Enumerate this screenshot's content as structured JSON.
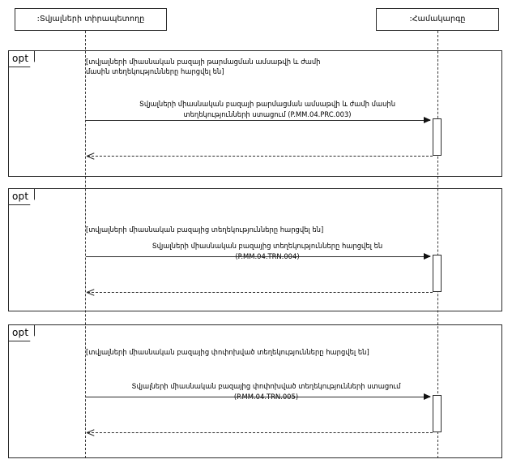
{
  "diagram": {
    "type": "uml-sequence-diagram",
    "title": "",
    "language": "hy"
  },
  "lifelines": [
    {
      "id": "data-owner",
      "label": ":Տվյալների տիրապետողը"
    },
    {
      "id": "system",
      "label": ":Համակարգը"
    }
  ],
  "fragments": [
    {
      "operator": "opt",
      "guard": "[տվյալների միասնական բազայի թարմացման ամսաթվի և ժամի մասին տեղեկությունները հարցվել են]",
      "call": {
        "label": "Տվյալների միասնական բազայի թարմացման ամսաթվի և ժամի մասին",
        "label2": "տեղեկությունների ստացում (P.MM.04.PRC.003)",
        "id": "P.MM.04.PRC.003",
        "kind": "synchronous"
      },
      "reply": {
        "label": "",
        "kind": "return"
      }
    },
    {
      "operator": "opt",
      "guard": "[տվյալների միասնական բազայից տեղեկությունները հարցվել են]",
      "call": {
        "label": "Տվյալների միասնական բազայից տեղեկությունները հարցվել են",
        "label2": "(P.MM.04.TRN.004)",
        "id": "P.MM.04.TRN.004",
        "kind": "synchronous"
      },
      "reply": {
        "label": "",
        "kind": "return"
      }
    },
    {
      "operator": "opt",
      "guard": "[տվյալների միասնական բազայից փոփոխված տեղեկությունները հարցվել են]",
      "call": {
        "label": "Տվյալների միասնական բազայից փոփոխված տեղեկությունների ստացում",
        "label2": "(P.MM.04.TRN.005)",
        "id": "P.MM.04.TRN.005",
        "kind": "synchronous"
      },
      "reply": {
        "label": "",
        "kind": "return"
      }
    }
  ],
  "colors": {
    "stroke": "#2b2b2b",
    "background": "#ffffff",
    "text": "#000000"
  }
}
